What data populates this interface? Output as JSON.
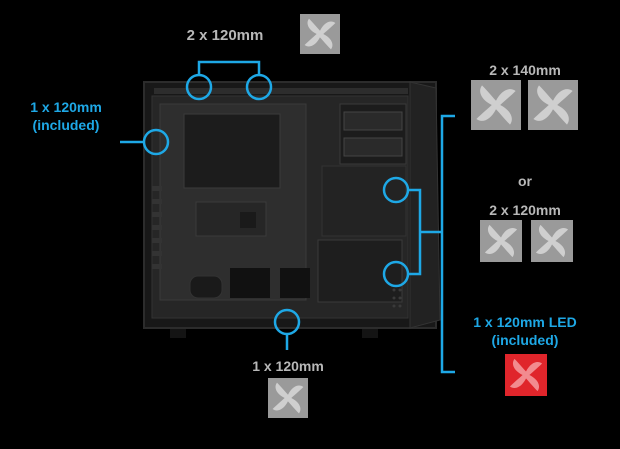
{
  "labels": {
    "top": "2 x 120mm",
    "left_line1": "1 x 120mm",
    "left_line2": "(included)",
    "right_opt1": "2 x 140mm",
    "or": "or",
    "right_opt2": "2 x 120mm",
    "led_line1": "1 x 120mm LED",
    "led_line2": "(included)",
    "bottom": "1 x 120mm"
  },
  "colors": {
    "background": "#000000",
    "accent_blue": "#1ea8e6",
    "led_red": "#e0252b",
    "fan_gray": "#9a9a9a",
    "text_gray": "#b8b8b8",
    "case_dark": "#1f1f1f"
  },
  "icons": {
    "fan": "fan-icon",
    "led_fan": "led-fan-icon"
  }
}
